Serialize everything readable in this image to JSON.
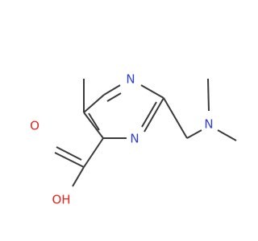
{
  "atoms": {
    "n_ring_top": {
      "label": "N",
      "color": "#2f3fd8"
    },
    "n_ring_bottom": {
      "label": "N",
      "color": "#2f3fd8"
    },
    "n_amine": {
      "label": "N",
      "color": "#2f3fd8"
    },
    "o_carbonyl": {
      "label": "O",
      "color": "#e0261f"
    },
    "oh_hydroxyl": {
      "label": "OH",
      "color": "#e0261f"
    }
  },
  "bond_color": "#3a3a3a"
}
